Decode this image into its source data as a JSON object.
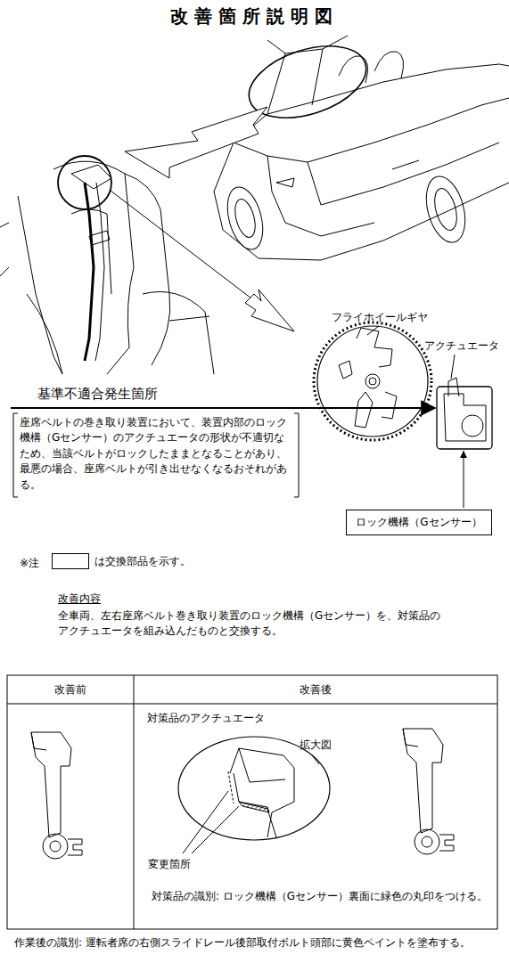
{
  "diagram": {
    "title": "改善箇所説明図",
    "nodes": [
      {
        "text": [
          "ロック機構（Gセンサー）"
        ]
      }
    ],
    "labels": [
      "フライホイールギヤ",
      "アクチュエータ",
      "基準不適合発生箇所",
      "座席ベルトの巻き取り装置において、装置内部のロック機構（Gセンサー）のアクチュエータの形状が不適切なため、当該ベルトがロックしたままとなることがあり、最悪の場合、座席ベルトが引き出せなくなるおそれがある。",
      "※注",
      "改善内容",
      "全車両、左右座席ベルト巻き取り装置のロック機構（Gセンサー）を、対策品のアクチュエータを組み込んだものと交換する。",
      "改善前",
      "改善後",
      "対策品のアクチュエータ",
      "拡大図",
      "変更箇所",
      "対策品の識別: ロック機構（Gセンサー）裏面に緑色の丸印をつける。",
      "作業後の識別: 運転者席の右側スライドレール後部取付ボルト頭部に黄色ペイントを塗布する。"
    ],
    "legend": [
      {
        "text": "は交換部品を示す。"
      }
    ]
  }
}
